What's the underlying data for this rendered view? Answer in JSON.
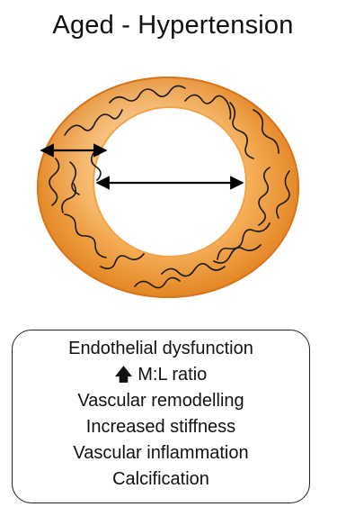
{
  "title": "Aged - Hypertension",
  "colors": {
    "ring_outer": "#e07f1d",
    "ring_inner": "#f6b15a",
    "ring_highlight": "#ffd59a",
    "fibres": "#1a1a1a",
    "arrows": "#000000"
  },
  "features": {
    "items": [
      "Endothelial dysfunction",
      "M:L ratio",
      "Vascular remodelling",
      "Increased stiffness",
      "Vascular inflammation",
      "Calcification"
    ],
    "increase_icon": "up-arrow-icon",
    "increase_glyph": "🡅"
  }
}
